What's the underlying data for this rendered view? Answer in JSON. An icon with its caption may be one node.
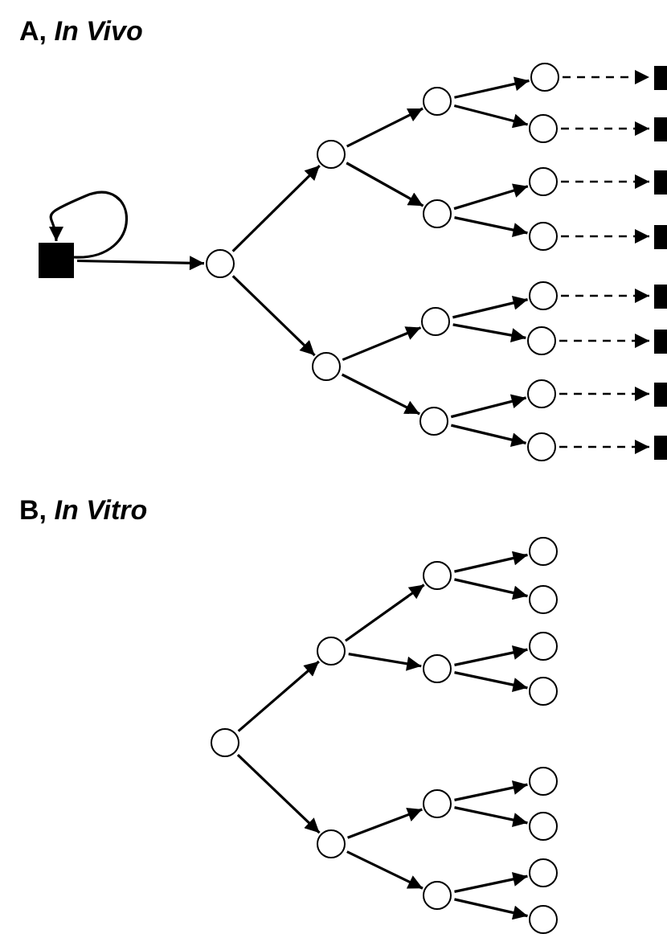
{
  "diagram": {
    "nodes": [
      {
        "text": [],
        "shape": "box"
      },
      {
        "text": [],
        "shape": "circle"
      },
      {
        "text": [],
        "shape": "circle"
      },
      {
        "text": [],
        "shape": "circle"
      },
      {
        "text": [],
        "shape": "circle"
      },
      {
        "text": [],
        "shape": "circle"
      },
      {
        "text": [],
        "shape": "circle"
      },
      {
        "text": [],
        "shape": "circle"
      },
      {
        "text": [],
        "shape": "circle"
      },
      {
        "text": [],
        "shape": "circle"
      },
      {
        "text": [],
        "shape": "circle"
      },
      {
        "text": [],
        "shape": "circle"
      },
      {
        "text": [],
        "shape": "circle"
      },
      {
        "text": [],
        "shape": "circle"
      },
      {
        "text": [],
        "shape": "circle"
      },
      {
        "text": [],
        "shape": "circle"
      },
      {
        "text": [],
        "shape": "box"
      },
      {
        "text": [],
        "shape": "box"
      },
      {
        "text": [],
        "shape": "box"
      },
      {
        "text": [],
        "shape": "box"
      },
      {
        "text": [],
        "shape": "box"
      },
      {
        "text": [],
        "shape": "box"
      },
      {
        "text": [],
        "shape": "box"
      },
      {
        "text": [],
        "shape": "box"
      },
      {
        "text": [],
        "shape": "circle"
      },
      {
        "text": [],
        "shape": "circle"
      },
      {
        "text": [],
        "shape": "circle"
      },
      {
        "text": [],
        "shape": "circle"
      },
      {
        "text": [],
        "shape": "circle"
      },
      {
        "text": [],
        "shape": "circle"
      },
      {
        "text": [],
        "shape": "circle"
      },
      {
        "text": [],
        "shape": "circle"
      },
      {
        "text": [],
        "shape": "circle"
      },
      {
        "text": [],
        "shape": "circle"
      },
      {
        "text": [],
        "shape": "circle"
      },
      {
        "text": [],
        "shape": "circle"
      },
      {
        "text": [],
        "shape": "circle"
      },
      {
        "text": [],
        "shape": "circle"
      },
      {
        "text": [],
        "shape": "circle"
      }
    ],
    "edges": [
      {
        "from": 0,
        "to": 0,
        "arrow": "to"
      },
      {
        "from": 0,
        "to": 1,
        "arrow": "to"
      },
      {
        "from": 1,
        "to": 2,
        "arrow": "to"
      },
      {
        "from": 1,
        "to": 3,
        "arrow": "to"
      },
      {
        "from": 2,
        "to": 4,
        "arrow": "to"
      },
      {
        "from": 2,
        "to": 5,
        "arrow": "to"
      },
      {
        "from": 3,
        "to": 6,
        "arrow": "to"
      },
      {
        "from": 3,
        "to": 7,
        "arrow": "to"
      },
      {
        "from": 4,
        "to": 8,
        "arrow": "to"
      },
      {
        "from": 4,
        "to": 9,
        "arrow": "to"
      },
      {
        "from": 5,
        "to": 10,
        "arrow": "to"
      },
      {
        "from": 5,
        "to": 11,
        "arrow": "to"
      },
      {
        "from": 6,
        "to": 12,
        "arrow": "to"
      },
      {
        "from": 6,
        "to": 13,
        "arrow": "to"
      },
      {
        "from": 7,
        "to": 14,
        "arrow": "to"
      },
      {
        "from": 7,
        "to": 15,
        "arrow": "to"
      },
      {
        "from": 8,
        "to": 16,
        "arrow": "to",
        "style": "dashed"
      },
      {
        "from": 9,
        "to": 17,
        "arrow": "to",
        "style": "dashed"
      },
      {
        "from": 10,
        "to": 18,
        "arrow": "to",
        "style": "dashed"
      },
      {
        "from": 11,
        "to": 19,
        "arrow": "to",
        "style": "dashed"
      },
      {
        "from": 12,
        "to": 20,
        "arrow": "to",
        "style": "dashed"
      },
      {
        "from": 13,
        "to": 21,
        "arrow": "to",
        "style": "dashed"
      },
      {
        "from": 14,
        "to": 22,
        "arrow": "to",
        "style": "dashed"
      },
      {
        "from": 15,
        "to": 23,
        "arrow": "to",
        "style": "dashed"
      },
      {
        "from": 24,
        "to": 25,
        "arrow": "to"
      },
      {
        "from": 24,
        "to": 26,
        "arrow": "to"
      },
      {
        "from": 25,
        "to": 27,
        "arrow": "to"
      },
      {
        "from": 25,
        "to": 28,
        "arrow": "to"
      },
      {
        "from": 26,
        "to": 29,
        "arrow": "to"
      },
      {
        "from": 26,
        "to": 30,
        "arrow": "to"
      },
      {
        "from": 27,
        "to": 31,
        "arrow": "to"
      },
      {
        "from": 27,
        "to": 32,
        "arrow": "to"
      },
      {
        "from": 28,
        "to": 33,
        "arrow": "to"
      },
      {
        "from": 28,
        "to": 34,
        "arrow": "to"
      },
      {
        "from": 29,
        "to": 35,
        "arrow": "to"
      },
      {
        "from": 29,
        "to": 36,
        "arrow": "to"
      },
      {
        "from": 30,
        "to": 37,
        "arrow": "to"
      },
      {
        "from": 30,
        "to": 38,
        "arrow": "to"
      }
    ],
    "labels": [
      "A, *In Vivo*",
      "B, *In Vitro*"
    ]
  }
}
